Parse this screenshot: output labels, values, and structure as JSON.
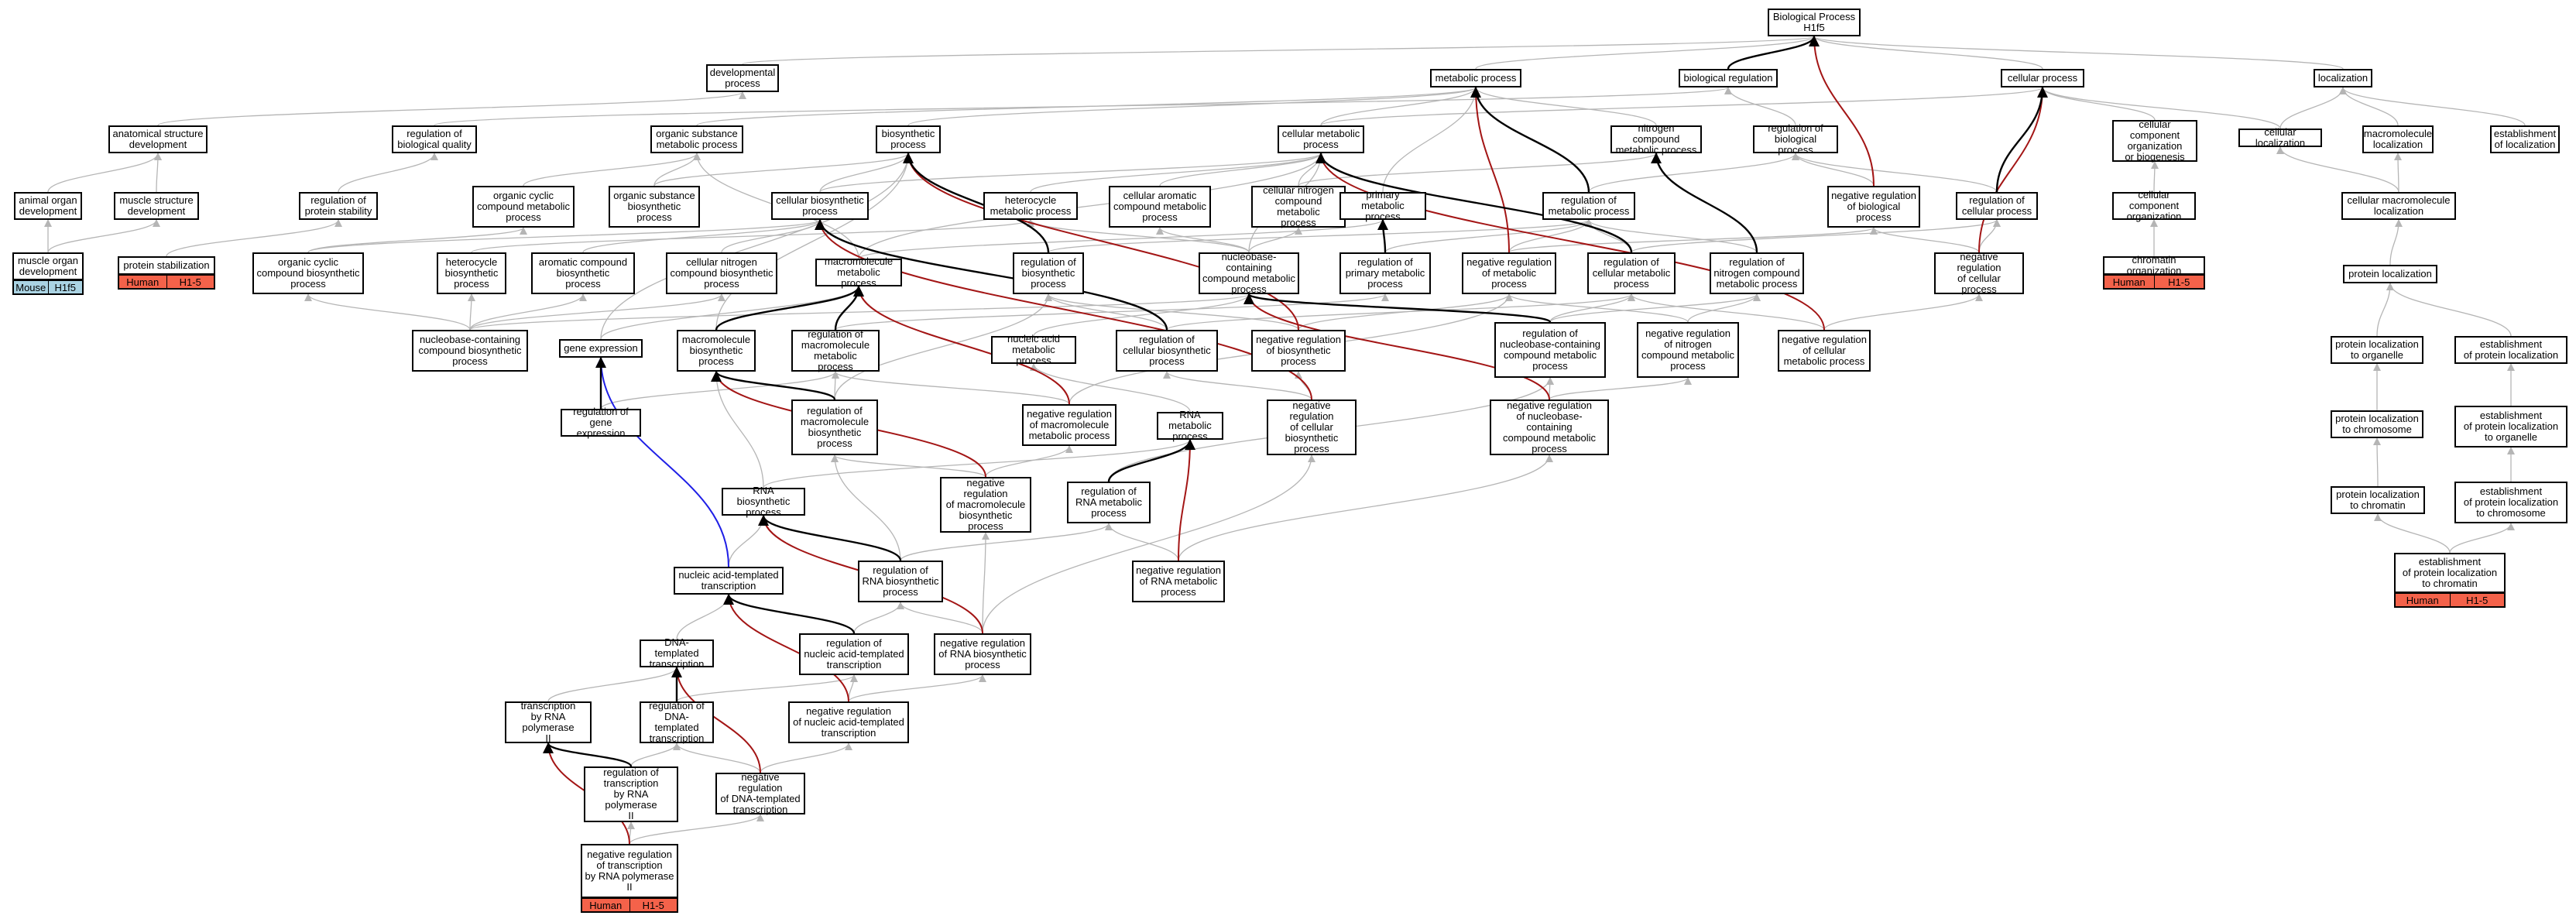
{
  "colors": {
    "edge_default": "#b5b5b5",
    "edge_positive": "#000000",
    "edge_negative": "#a31515",
    "edge_blue": "#1f1fe6",
    "human_badge": "#f4624a",
    "mouse_badge": "#aad3e3"
  },
  "nodes": {
    "bp": "Biological Process\nH1f5",
    "metabolic": "metabolic process",
    "bioreg": "biological regulation",
    "cellular": "cellular process",
    "localization": "localization",
    "developmental": "developmental\nprocess",
    "anatdev": "anatomical structure\ndevelopment",
    "regbioqual": "regulation of\nbiological quality",
    "orgsubst": "organic substance\nmetabolic process",
    "biosynth": "biosynthetic\nprocess",
    "cellmetab": "cellular metabolic\nprocess",
    "nitrogen": "nitrogen compound\nmetabolic process",
    "regbioproc": "regulation of\nbiological process",
    "ccorgbio": "cellular component\norganization\nor biogenesis",
    "cellloc": "cellular localization",
    "macroloc": "macromolecule\nlocalization",
    "establoc": "establishment\nof localization",
    "animalorgan": "animal organ\ndevelopment",
    "musclestruct": "muscle structure\ndevelopment",
    "regprotstab": "regulation of\nprotein stability",
    "orgcyclic": "organic cyclic\ncompound metabolic\nprocess",
    "orgsubstbio": "organic substance\nbiosynthetic\nprocess",
    "cellbiosynth": "cellular biosynthetic\nprocess",
    "heteromet": "heterocycle\nmetabolic process",
    "cellarom": "cellular aromatic\ncompound metabolic\nprocess",
    "cellnitro": "cellular nitrogen\ncompound metabolic\nprocess",
    "primmetab": "primary metabolic\nprocess",
    "regmetab": "regulation of\nmetabolic process",
    "negregbio": "negative regulation\nof biological\nprocess",
    "regcellproc": "regulation of\ncellular process",
    "ccorg": "cellular component\norganization",
    "cellmacroloc": "cellular macromolecule\nlocalization",
    "muscleorgan": "muscle organ\ndevelopment",
    "protstab": "protein stabilization",
    "orgcycbio": "organic cyclic\ncompound biosynthetic\nprocess",
    "heterobio": "heterocycle\nbiosynthetic\nprocess",
    "arombio": "aromatic compound\nbiosynthetic\nprocess",
    "cellnitrobio": "cellular nitrogen\ncompound biosynthetic\nprocess",
    "macromet": "macromolecule\nmetabolic process",
    "regbiosynth": "regulation of\nbiosynthetic\nprocess",
    "nucleomet": "nucleobase-containing\ncompound metabolic\nprocess",
    "regprimmet": "regulation of\nprimary metabolic\nprocess",
    "negregmet": "negative regulation\nof metabolic\nprocess",
    "regcellmet": "regulation of\ncellular metabolic\nprocess",
    "regnitromet": "regulation of\nnitrogen compound\nmetabolic process",
    "negregcell": "negative regulation\nof cellular\nprocess",
    "chromorg": "chromatin organization",
    "protloc": "protein localization",
    "nucleobio": "nucleobase-containing\ncompound biosynthetic\nprocess",
    "geneexpr": "gene expression",
    "macrobio": "macromolecule\nbiosynthetic\nprocess",
    "regmacromet": "regulation of\nmacromolecule\nmetabolic process",
    "nucacidmet": "nucleic acid\nmetabolic process",
    "regcellbio": "regulation of\ncellular biosynthetic\nprocess",
    "negregbiosynth": "negative regulation\nof biosynthetic\nprocess",
    "regnucleomet": "regulation of\nnucleobase-containing\ncompound metabolic\nprocess",
    "negregnitro": "negative regulation\nof nitrogen\ncompound metabolic\nprocess",
    "negregcellmet": "negative regulation\nof cellular\nmetabolic process",
    "protlocorg": "protein localization\nto organelle",
    "estabprotloc": "establishment\nof protein localization",
    "regmacrobio": "regulation of\nmacromolecule\nbiosynthetic\nprocess",
    "neggeneexpr": "regulation of\ngene expression",
    "negregmacromet": "negative regulation\nof macromolecule\nmetabolic process",
    "rnamet": "RNA metabolic\nprocess",
    "negregcellbio": "negative regulation\nof cellular\nbiosynthetic\nprocess",
    "negregnucleo": "negative regulation\nof nucleobase-containing\ncompound metabolic\nprocess",
    "protlocchrom": "protein localization\nto chromosome",
    "estabprotorg": "establishment\nof protein localization\nto organelle",
    "rnabio": "RNA biosynthetic\nprocess",
    "negregmacrobio": "negative regulation\nof macromolecule\nbiosynthetic\nprocess",
    "regrnamet": "regulation of\nRNA metabolic\nprocess",
    "protlocchromatin": "protein localization\nto chromatin",
    "estabprotchrom": "establishment\nof protein localization\nto chromosome",
    "nucacidtrans": "nucleic acid-templated\ntranscription",
    "regrnabio": "regulation of\nRNA biosynthetic\nprocess",
    "negregrnamet": "negative regulation\nof RNA metabolic\nprocess",
    "estabprotchromatin": "establishment\nof protein localization\nto chromatin",
    "dnatrans": "DNA-templated\ntranscription",
    "regnucacidtrans": "regulation of\nnucleic acid-templated\ntranscription",
    "negregrnabio": "negative regulation\nof RNA biosynthetic\nprocess",
    "transpol2": "transcription\nby RNA polymerase\nII",
    "regdnatrans": "regulation of\nDNA-templated\ntranscription",
    "negregnucacid": "negative regulation\nof nucleic acid-templated\ntranscription",
    "regtranspol2": "regulation of\ntranscription\nby RNA polymerase\nII",
    "negregdnatrans": "negative regulation\nof DNA-templated\ntranscription",
    "negregtranspol2": "negative regulation\nof transcription\nby RNA polymerase\nII"
  },
  "badges": {
    "muscleorgan": {
      "species": "Mouse",
      "gene": "H1f5",
      "kind": "mouse"
    },
    "protstab": {
      "species": "Human",
      "gene": "H1-5",
      "kind": "human"
    },
    "chromorg": {
      "species": "Human",
      "gene": "H1-5",
      "kind": "human"
    },
    "estabprotchromatin": {
      "species": "Human",
      "gene": "H1-5",
      "kind": "human"
    },
    "negregtranspol2": {
      "species": "Human",
      "gene": "H1-5",
      "kind": "human"
    }
  },
  "edges": [
    [
      "metabolic",
      "bp",
      "d"
    ],
    [
      "bioreg",
      "bp",
      "b"
    ],
    [
      "cellular",
      "bp",
      "d"
    ],
    [
      "localization",
      "bp",
      "d"
    ],
    [
      "developmental",
      "bp",
      "d"
    ],
    [
      "negregbio",
      "bp",
      "r"
    ],
    [
      "anatdev",
      "developmental",
      "d"
    ],
    [
      "regbioqual",
      "bioreg",
      "d"
    ],
    [
      "orgsubst",
      "metabolic",
      "d"
    ],
    [
      "biosynth",
      "metabolic",
      "d"
    ],
    [
      "cellmetab",
      "metabolic",
      "d"
    ],
    [
      "cellmetab",
      "cellular",
      "d"
    ],
    [
      "nitrogen",
      "metabolic",
      "d"
    ],
    [
      "regbioproc",
      "bioreg",
      "d"
    ],
    [
      "ccorgbio",
      "cellular",
      "d"
    ],
    [
      "cellloc",
      "cellular",
      "d"
    ],
    [
      "cellloc",
      "localization",
      "d"
    ],
    [
      "macroloc",
      "localization",
      "d"
    ],
    [
      "establoc",
      "localization",
      "d"
    ],
    [
      "animalorgan",
      "anatdev",
      "d"
    ],
    [
      "musclestruct",
      "anatdev",
      "d"
    ],
    [
      "regprotstab",
      "regbioqual",
      "d"
    ],
    [
      "orgcyclic",
      "orgsubst",
      "d"
    ],
    [
      "orgsubstbio",
      "orgsubst",
      "d"
    ],
    [
      "orgsubstbio",
      "biosynth",
      "d"
    ],
    [
      "cellbiosynth",
      "biosynth",
      "d"
    ],
    [
      "cellbiosynth",
      "cellmetab",
      "d"
    ],
    [
      "heteromet",
      "cellmetab",
      "d"
    ],
    [
      "cellarom",
      "cellmetab",
      "d"
    ],
    [
      "cellnitro",
      "cellmetab",
      "d"
    ],
    [
      "cellnitro",
      "nitrogen",
      "d"
    ],
    [
      "primmetab",
      "metabolic",
      "d"
    ],
    [
      "regmetab",
      "metabolic",
      "b"
    ],
    [
      "regmetab",
      "regbioproc",
      "d"
    ],
    [
      "negregbio",
      "regbioproc",
      "d"
    ],
    [
      "regcellproc",
      "cellular",
      "b"
    ],
    [
      "regcellproc",
      "regbioproc",
      "d"
    ],
    [
      "ccorg",
      "ccorgbio",
      "d"
    ],
    [
      "cellmacroloc",
      "cellloc",
      "d"
    ],
    [
      "cellmacroloc",
      "macroloc",
      "d"
    ],
    [
      "muscleorgan",
      "animalorgan",
      "d"
    ],
    [
      "muscleorgan",
      "musclestruct",
      "d"
    ],
    [
      "protstab",
      "regprotstab",
      "d"
    ],
    [
      "orgcycbio",
      "orgcyclic",
      "d"
    ],
    [
      "orgcycbio",
      "cellbiosynth",
      "d"
    ],
    [
      "heterobio",
      "heteromet",
      "d"
    ],
    [
      "arombio",
      "cellbiosynth",
      "d"
    ],
    [
      "cellnitrobio",
      "cellbiosynth",
      "d"
    ],
    [
      "macromet",
      "orgsubst",
      "d"
    ],
    [
      "macromet",
      "primmetab",
      "d"
    ],
    [
      "macromet",
      "cellmetab",
      "d"
    ],
    [
      "regbiosynth",
      "biosynth",
      "b"
    ],
    [
      "regbiosynth",
      "regmetab",
      "d"
    ],
    [
      "nucleomet",
      "cellmetab",
      "d"
    ],
    [
      "nucleomet",
      "heteromet",
      "d"
    ],
    [
      "nucleomet",
      "cellarom",
      "d"
    ],
    [
      "nucleomet",
      "cellnitro",
      "d"
    ],
    [
      "regprimmet",
      "primmetab",
      "b"
    ],
    [
      "regprimmet",
      "regmetab",
      "d"
    ],
    [
      "negregmet",
      "metabolic",
      "r"
    ],
    [
      "negregmet",
      "regmetab",
      "d"
    ],
    [
      "negregmet",
      "negregbio",
      "d"
    ],
    [
      "regcellmet",
      "cellmetab",
      "b"
    ],
    [
      "regcellmet",
      "regmetab",
      "d"
    ],
    [
      "regcellmet",
      "regcellproc",
      "d"
    ],
    [
      "regnitromet",
      "nitrogen",
      "b"
    ],
    [
      "regnitromet",
      "regmetab",
      "d"
    ],
    [
      "negregcell",
      "regcellproc",
      "d"
    ],
    [
      "negregcell",
      "cellular",
      "r"
    ],
    [
      "negregcell",
      "negregbio",
      "d"
    ],
    [
      "chromorg",
      "ccorg",
      "d"
    ],
    [
      "protloc",
      "cellmacroloc",
      "d"
    ],
    [
      "nucleobio",
      "orgcycbio",
      "d"
    ],
    [
      "nucleobio",
      "heterobio",
      "d"
    ],
    [
      "nucleobio",
      "arombio",
      "d"
    ],
    [
      "nucleobio",
      "cellnitrobio",
      "d"
    ],
    [
      "nucleobio",
      "nucleomet",
      "d"
    ],
    [
      "geneexpr",
      "macromet",
      "d"
    ],
    [
      "geneexpr",
      "biosynth",
      "d"
    ],
    [
      "macrobio",
      "macromet",
      "b"
    ],
    [
      "macrobio",
      "biosynth",
      "d"
    ],
    [
      "regmacromet",
      "macromet",
      "b"
    ],
    [
      "regmacromet",
      "regprimmet",
      "d"
    ],
    [
      "nucacidmet",
      "nucleomet",
      "d"
    ],
    [
      "regcellbio",
      "cellbiosynth",
      "b"
    ],
    [
      "regcellbio",
      "regbiosynth",
      "d"
    ],
    [
      "regcellbio",
      "regcellmet",
      "d"
    ],
    [
      "negregbiosynth",
      "biosynth",
      "r"
    ],
    [
      "negregbiosynth",
      "regbiosynth",
      "d"
    ],
    [
      "negregbiosynth",
      "negregmet",
      "d"
    ],
    [
      "regnucleomet",
      "nucleomet",
      "b"
    ],
    [
      "regnucleomet",
      "regcellmet",
      "d"
    ],
    [
      "regnucleomet",
      "regnitromet",
      "d"
    ],
    [
      "negregnitro",
      "regnitromet",
      "d"
    ],
    [
      "negregnitro",
      "negregmet",
      "d"
    ],
    [
      "negregcellmet",
      "cellmetab",
      "r"
    ],
    [
      "negregcellmet",
      "regcellmet",
      "d"
    ],
    [
      "negregcellmet",
      "negregcell",
      "d"
    ],
    [
      "protlocorg",
      "protloc",
      "d"
    ],
    [
      "estabprotloc",
      "protloc",
      "d"
    ],
    [
      "regmacrobio",
      "macrobio",
      "b"
    ],
    [
      "regmacrobio",
      "regmacromet",
      "d"
    ],
    [
      "regmacrobio",
      "regbiosynth",
      "d"
    ],
    [
      "neggeneexpr",
      "geneexpr",
      "b"
    ],
    [
      "neggeneexpr",
      "regmacromet",
      "d"
    ],
    [
      "negregmacromet",
      "macromet",
      "r"
    ],
    [
      "negregmacromet",
      "regmacromet",
      "d"
    ],
    [
      "negregmacromet",
      "negregmet",
      "d"
    ],
    [
      "rnamet",
      "nucacidmet",
      "d"
    ],
    [
      "negregcellbio",
      "cellbiosynth",
      "r"
    ],
    [
      "negregcellbio",
      "regcellbio",
      "d"
    ],
    [
      "negregcellbio",
      "negregbiosynth",
      "d"
    ],
    [
      "negregnucleo",
      "nucleomet",
      "r"
    ],
    [
      "negregnucleo",
      "regnucleomet",
      "d"
    ],
    [
      "negregnucleo",
      "negregnitro",
      "d"
    ],
    [
      "protlocchrom",
      "protlocorg",
      "d"
    ],
    [
      "estabprotorg",
      "estabprotloc",
      "d"
    ],
    [
      "rnabio",
      "macrobio",
      "d"
    ],
    [
      "rnabio",
      "rnamet",
      "d"
    ],
    [
      "negregmacrobio",
      "macrobio",
      "r"
    ],
    [
      "negregmacrobio",
      "regmacrobio",
      "d"
    ],
    [
      "negregmacrobio",
      "negregmacromet",
      "d"
    ],
    [
      "regrnamet",
      "rnamet",
      "b"
    ],
    [
      "regrnamet",
      "regnucleomet",
      "d"
    ],
    [
      "protlocchromatin",
      "protlocchrom",
      "d"
    ],
    [
      "estabprotchrom",
      "estabprotorg",
      "d"
    ],
    [
      "nucacidtrans",
      "rnabio",
      "d"
    ],
    [
      "nucacidtrans",
      "geneexpr",
      "u"
    ],
    [
      "regrnabio",
      "rnabio",
      "b"
    ],
    [
      "regrnabio",
      "regrnamet",
      "d"
    ],
    [
      "regrnabio",
      "regmacrobio",
      "d"
    ],
    [
      "negregrnamet",
      "rnamet",
      "r"
    ],
    [
      "negregrnamet",
      "regrnamet",
      "d"
    ],
    [
      "negregrnamet",
      "negregnucleo",
      "d"
    ],
    [
      "estabprotchromatin",
      "estabprotchrom",
      "d"
    ],
    [
      "estabprotchromatin",
      "protlocchromatin",
      "d"
    ],
    [
      "dnatrans",
      "nucacidtrans",
      "d"
    ],
    [
      "regnucacidtrans",
      "nucacidtrans",
      "b"
    ],
    [
      "regnucacidtrans",
      "regrnabio",
      "d"
    ],
    [
      "negregrnabio",
      "rnabio",
      "r"
    ],
    [
      "negregrnabio",
      "regrnabio",
      "d"
    ],
    [
      "negregrnabio",
      "negregcellbio",
      "d"
    ],
    [
      "negregrnabio",
      "negregmacrobio",
      "d"
    ],
    [
      "transpol2",
      "dnatrans",
      "d"
    ],
    [
      "regdnatrans",
      "dnatrans",
      "b"
    ],
    [
      "regdnatrans",
      "regnucacidtrans",
      "d"
    ],
    [
      "negregnucacid",
      "nucacidtrans",
      "r"
    ],
    [
      "negregnucacid",
      "regnucacidtrans",
      "d"
    ],
    [
      "negregnucacid",
      "negregrnabio",
      "d"
    ],
    [
      "regtranspol2",
      "transpol2",
      "b"
    ],
    [
      "regtranspol2",
      "regdnatrans",
      "d"
    ],
    [
      "negregdnatrans",
      "dnatrans",
      "r"
    ],
    [
      "negregdnatrans",
      "regdnatrans",
      "d"
    ],
    [
      "negregdnatrans",
      "negregnucacid",
      "d"
    ],
    [
      "negregtranspol2",
      "transpol2",
      "r"
    ],
    [
      "negregtranspol2",
      "regtranspol2",
      "d"
    ],
    [
      "negregtranspol2",
      "negregdnatrans",
      "d"
    ]
  ]
}
